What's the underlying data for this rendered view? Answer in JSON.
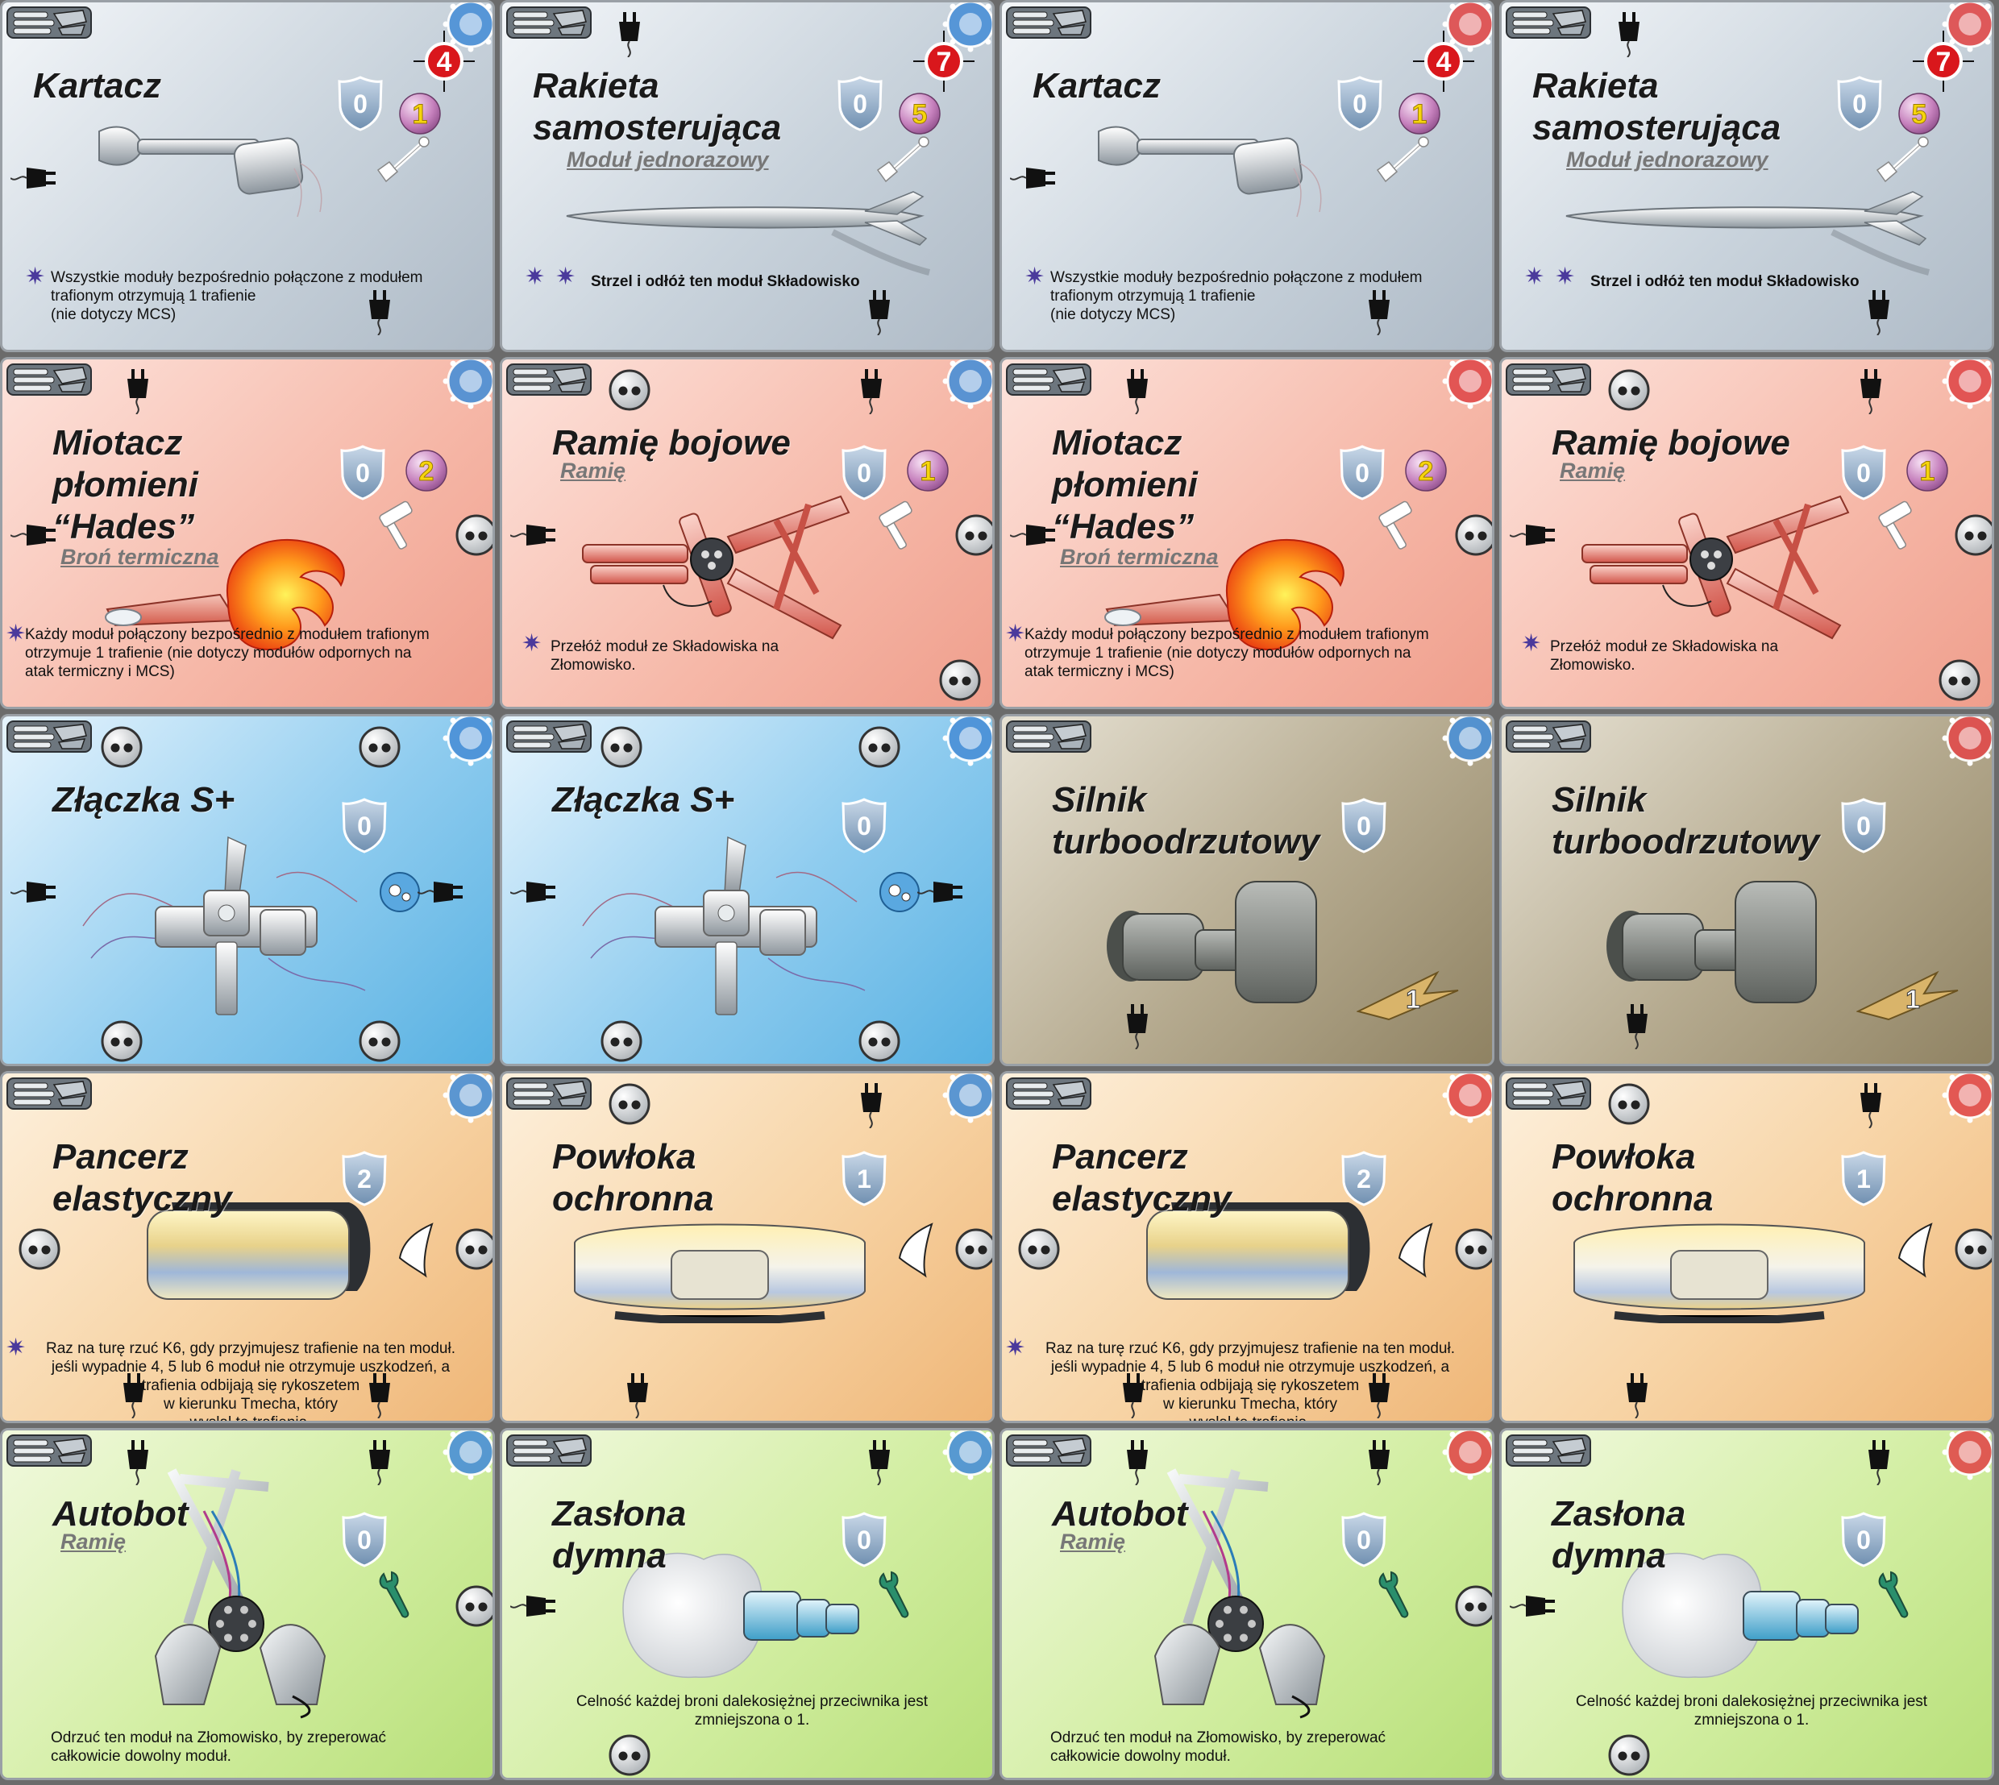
{
  "sheet": {
    "rows": [
      {
        "theme": "grey",
        "cards": [
          {
            "title": "Kartacz",
            "subtitle": "",
            "armor": "0",
            "energy": "1",
            "attack": "4",
            "description": "Wszystkie moduły bezpośrednio połączone z modułem\ntrafionym otrzymują 1 trafienie\n(nie dotyczy MCS)",
            "stars": 1,
            "art": "cannon",
            "gear": "blue"
          },
          {
            "title": "Rakieta\nsamosterująca",
            "subtitle": "Moduł jednorazowy",
            "armor": "0",
            "energy": "5",
            "attack": "7",
            "description": "Strzel i odłóż ten moduł Składowisko",
            "stars": 2,
            "art": "missile",
            "gear": "blue"
          },
          {
            "title": "Kartacz",
            "subtitle": "",
            "armor": "0",
            "energy": "1",
            "attack": "4",
            "description": "Wszystkie moduły bezpośrednio połączone z modułem\ntrafionym otrzymują 1 trafienie\n(nie dotyczy MCS)",
            "stars": 1,
            "art": "cannon",
            "gear": "red"
          },
          {
            "title": "Rakieta\nsamosterująca",
            "subtitle": "Moduł jednorazowy",
            "armor": "0",
            "energy": "5",
            "attack": "7",
            "description": "Strzel i odłóż ten moduł Składowisko",
            "stars": 2,
            "art": "missile",
            "gear": "red"
          }
        ]
      },
      {
        "theme": "pink",
        "cards": [
          {
            "title": "Miotacz\npłomieni\n“Hades”",
            "subtitle": "Broń termiczna",
            "armor": "0",
            "energy": "2",
            "attack": "",
            "description": "Każdy moduł połączony bezpośrednio z modułem trafionym\notrzymuje 1 trafienie (nie dotyczy modułów odpornych na\natak termiczny i MCS)",
            "stars": 1,
            "art": "flamer",
            "gear": "blue"
          },
          {
            "title": "Ramię bojowe",
            "subtitle": "Ramię",
            "armor": "0",
            "energy": "1",
            "attack": "",
            "description": "Przełóż moduł ze Składowiska na\nZłomowisko.",
            "stars": 1,
            "art": "arm",
            "gear": "blue"
          },
          {
            "title": "Miotacz\npłomieni\n“Hades”",
            "subtitle": "Broń termiczna",
            "armor": "0",
            "energy": "2",
            "attack": "",
            "description": "Każdy moduł połączony bezpośrednio z modułem trafionym\notrzymuje 1 trafienie (nie dotyczy modułów odpornych na\natak termiczny i MCS)",
            "stars": 1,
            "art": "flamer",
            "gear": "red"
          },
          {
            "title": "Ramię bojowe",
            "subtitle": "Ramię",
            "armor": "0",
            "energy": "1",
            "attack": "",
            "description": "Przełóż moduł ze Składowiska na\nZłomowisko.",
            "stars": 1,
            "art": "arm",
            "gear": "red"
          }
        ]
      },
      {
        "theme": "mixed",
        "cards": [
          {
            "title": "Złączka S+",
            "subtitle": "",
            "armor": "0",
            "energy": "",
            "attack": "",
            "description": "",
            "stars": 0,
            "art": "connector",
            "gear": "blue",
            "theme": "blue"
          },
          {
            "title": "Złączka S+",
            "subtitle": "",
            "armor": "0",
            "energy": "",
            "attack": "",
            "description": "",
            "stars": 0,
            "art": "connector",
            "gear": "blue",
            "theme": "blue"
          },
          {
            "title": "Silnik\nturboodrzutowy",
            "subtitle": "",
            "armor": "0",
            "energy": "",
            "attack": "",
            "speed": "1",
            "description": "",
            "stars": 0,
            "art": "engine",
            "gear": "blue",
            "theme": "brown"
          },
          {
            "title": "Silnik\nturboodrzutowy",
            "subtitle": "",
            "armor": "0",
            "energy": "",
            "attack": "",
            "speed": "1",
            "description": "",
            "stars": 0,
            "art": "engine",
            "gear": "red",
            "theme": "brown"
          }
        ]
      },
      {
        "theme": "orange",
        "cards": [
          {
            "title": "Pancerz\nelastyczny",
            "subtitle": "",
            "armor": "2",
            "energy": "",
            "attack": "",
            "description": "Raz na turę rzuć K6, gdy przyjmujesz trafienie na ten moduł.\njeśli wypadnie 4, 5 lub 6 moduł nie otrzymuje uszkodzeń, a\ntrafienia odbijają się rykoszetem\nw kierunku Tmecha, który\nwysłał te trafienia.",
            "stars": 1,
            "art": "armor",
            "gear": "blue"
          },
          {
            "title": "Powłoka\nochronna",
            "subtitle": "",
            "armor": "1",
            "energy": "",
            "attack": "",
            "description": "",
            "stars": 0,
            "art": "coating",
            "gear": "blue"
          },
          {
            "title": "Pancerz\nelastyczny",
            "subtitle": "",
            "armor": "2",
            "energy": "",
            "attack": "",
            "description": "Raz na turę rzuć K6, gdy przyjmujesz trafienie na ten moduł.\njeśli wypadnie 4, 5 lub 6 moduł nie otrzymuje uszkodzeń, a\ntrafienia odbijają się rykoszetem\nw kierunku Tmecha, który\nwysłał te trafienia.",
            "stars": 1,
            "art": "armor",
            "gear": "red"
          },
          {
            "title": "Powłoka\nochronna",
            "subtitle": "",
            "armor": "1",
            "energy": "",
            "attack": "",
            "description": "",
            "stars": 0,
            "art": "coating",
            "gear": "red"
          }
        ]
      },
      {
        "theme": "green",
        "cards": [
          {
            "title": "Autobot",
            "subtitle": "Ramię",
            "armor": "0",
            "energy": "",
            "attack": "",
            "description": "Odrzuć ten moduł na Złomowisko, by zreperować\ncałkowicie dowolny moduł.",
            "stars": 0,
            "art": "autobot",
            "gear": "blue"
          },
          {
            "title": "Zasłona\ndymna",
            "subtitle": "",
            "armor": "0",
            "energy": "",
            "attack": "",
            "description": "Celność każdej broni dalekosiężnej przeciwnika jest\nzmniejszona o 1.",
            "stars": 0,
            "art": "smoke",
            "gear": "blue"
          },
          {
            "title": "Autobot",
            "subtitle": "Ramię",
            "armor": "0",
            "energy": "",
            "attack": "",
            "description": "Odrzuć ten moduł na Złomowisko, by zreperować\ncałkowicie dowolny moduł.",
            "stars": 0,
            "art": "autobot",
            "gear": "red"
          },
          {
            "title": "Zasłona\ndymna",
            "subtitle": "",
            "armor": "0",
            "energy": "",
            "attack": "",
            "description": "Celność każdej broni dalekosiężnej przeciwnika jest\nzmniejszona o 1.",
            "stars": 0,
            "art": "smoke",
            "gear": "red"
          }
        ]
      }
    ]
  },
  "colors": {
    "gear_blue": "#4a8fd6",
    "gear_red": "#e04b4b",
    "attack_red": "#d9171c",
    "energy_yellow": "#f2d20a",
    "star_purple": "#4b3a9c",
    "shield_blue": "#7e9fc0"
  },
  "icons": {
    "corner_logo": "mech-logo-icon",
    "gear": "gear-corner-icon",
    "armor": "shield-icon",
    "energy": "energy-orb-icon",
    "attack": "crosshair-icon",
    "connector": "socket-icon",
    "plug": "plug-icon",
    "effect": "star-icon"
  }
}
